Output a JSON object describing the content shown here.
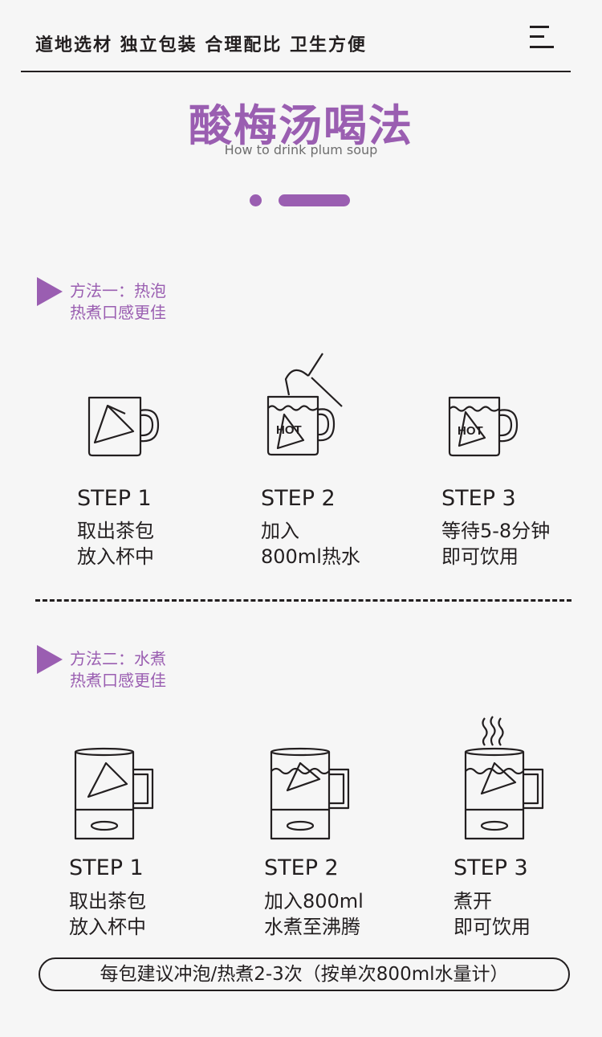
{
  "header": {
    "tagline": "道地选材 独立包装 合理配比 卫生方便",
    "menu_icon": "menu-icon"
  },
  "main": {
    "title": "酸梅汤喝法",
    "subtitle": "How to drink plum soup"
  },
  "colors": {
    "accent": "#9a5eb1",
    "text": "#231f20",
    "background": "#f6f6f6"
  },
  "methods": [
    {
      "title": "方法一：热泡",
      "tagline": "热煮口感更佳",
      "steps": [
        {
          "label": "STEP 1",
          "line1": "取出茶包",
          "line2": "放入杯中",
          "icon": "mug-teabag-icon"
        },
        {
          "label": "STEP 2",
          "line1": "加入",
          "line2": "800ml热水",
          "icon": "kettle-pour-hot-icon"
        },
        {
          "label": "STEP 3",
          "line1": "等待5-8分钟",
          "line2": "即可饮用",
          "icon": "hot-mug-icon",
          "hot_text": "HOT"
        }
      ],
      "hot_text": "HOT"
    },
    {
      "title": "方法二：水煮",
      "tagline": "热煮口感更佳",
      "steps": [
        {
          "label": "STEP 1",
          "line1": "取出茶包",
          "line2": "放入杯中",
          "icon": "kettle-teabag-icon"
        },
        {
          "label": "STEP 2",
          "line1": "加入800ml",
          "line2": "水煮至沸腾",
          "icon": "kettle-water-icon"
        },
        {
          "label": "STEP 3",
          "line1": "煮开",
          "line2": "即可饮用",
          "icon": "kettle-steam-icon"
        }
      ]
    }
  ],
  "note": "每包建议冲泡/热煮2-3次（按单次800ml水量计）"
}
